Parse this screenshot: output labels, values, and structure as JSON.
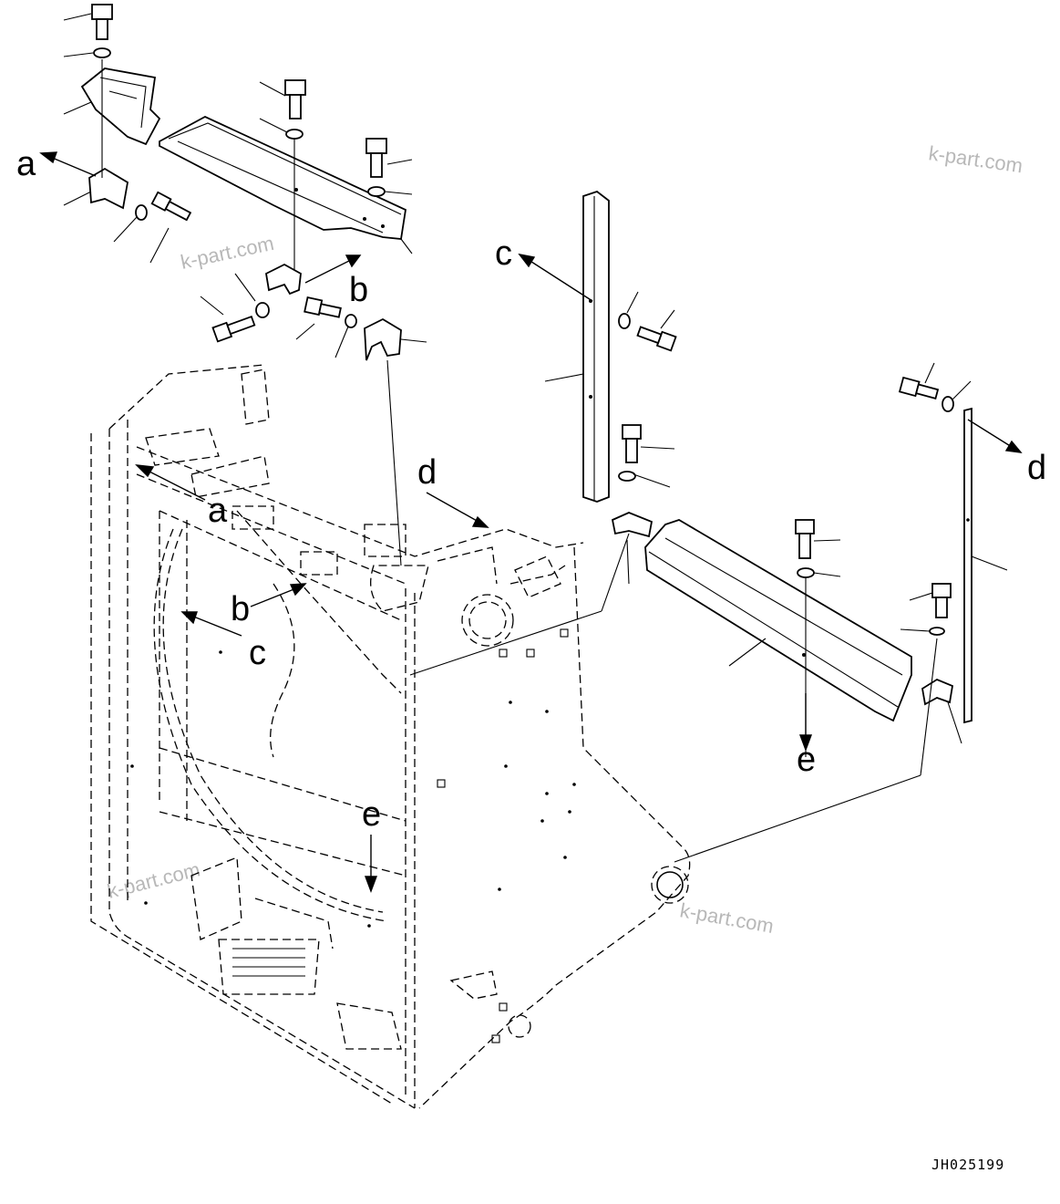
{
  "drawing_id": "JH025199",
  "watermark": "k-part.com",
  "callouts": {
    "a": "a",
    "b": "b",
    "c": "c",
    "d": "d",
    "e": "e"
  }
}
